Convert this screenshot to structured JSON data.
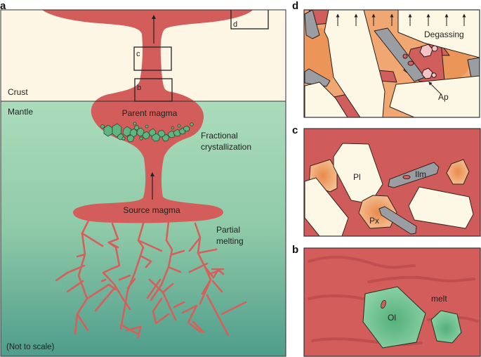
{
  "figure": {
    "panels": {
      "a": {
        "letter": "a",
        "labels": {
          "crust": "Crust",
          "mantle": "Mantle",
          "parent_magma": "Parent magma",
          "fractional_line1": "Fractional",
          "fractional_line2": "crystallization",
          "source_magma": "Source magma",
          "partial_line1": "Partial",
          "partial_line2": "melting",
          "scale_note": "(Not to scale)"
        },
        "inset_boxes": {
          "c": "c",
          "b": "b",
          "d": "d"
        }
      },
      "b": {
        "letter": "b",
        "labels": {
          "melt": "melt",
          "olivine": "Ol"
        }
      },
      "c": {
        "letter": "c",
        "labels": {
          "plagioclase": "Pl",
          "ilmenite": "Ilm",
          "pyroxene": "Px"
        }
      },
      "d": {
        "letter": "d",
        "labels": {
          "degassing": "Degassing",
          "apatite": "Ap"
        }
      }
    },
    "colors": {
      "crust": "#fdf6e4",
      "mantle_top": "#a9dab9",
      "mantle_bottom": "#4f9e8c",
      "magma": "#d35d5a",
      "olivine": "#6cbf8b",
      "plagioclase": "#fdf7e6",
      "pyroxene": "#ec9a5b",
      "ilmenite": "#9a9ea3",
      "apatite": "#f4c3c7",
      "outline": "#3a2a22"
    }
  }
}
